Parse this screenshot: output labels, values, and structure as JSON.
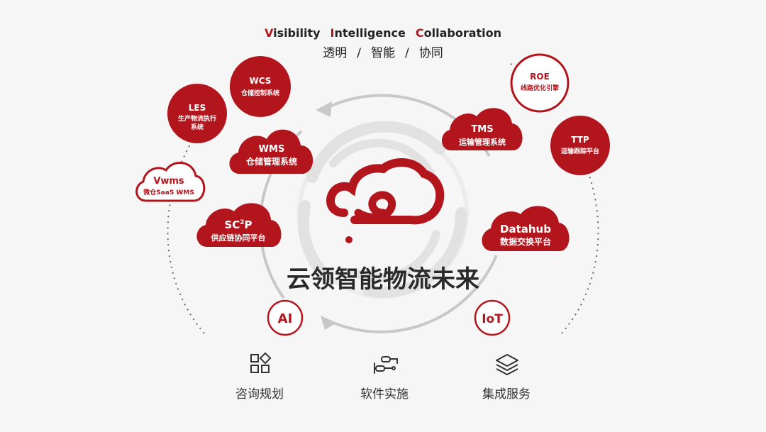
{
  "header": {
    "words": [
      {
        "initial": "V",
        "rest": "isibility"
      },
      {
        "initial": "I",
        "rest": "ntelligence"
      },
      {
        "initial": "C",
        "rest": "ollaboration"
      }
    ],
    "cn_words": [
      "透明",
      "智能",
      "协同"
    ],
    "separator": "/"
  },
  "headline": "云领智能物流未来",
  "nodes": {
    "wcs": {
      "title": "WCS",
      "sub": "仓储控制系统"
    },
    "les": {
      "title": "LES",
      "sub1": "生产物流执行",
      "sub2": "系统"
    },
    "wms": {
      "title": "WMS",
      "sub": "仓储管理系统"
    },
    "vwms": {
      "title": "Vwms",
      "sub": "微仓SaaS WMS"
    },
    "sc2p": {
      "title_main": "SC",
      "title_sup": "2",
      "title_end": "P",
      "sub": "供应链协同平台"
    },
    "tms": {
      "title": "TMS",
      "sub": "运输管理系统"
    },
    "roe": {
      "title": "ROE",
      "sub": "线路优化引擎"
    },
    "ttp": {
      "title": "TTP",
      "sub": "运输跟踪平台"
    },
    "datahub": {
      "title": "Datahub",
      "sub": "数据交换平台"
    }
  },
  "badges": {
    "ai": "AI",
    "iot": "IoT"
  },
  "services": [
    {
      "label": "咨询规划",
      "icon": "grid-icon"
    },
    {
      "label": "软件实施",
      "icon": "flow-icon"
    },
    {
      "label": "集成服务",
      "icon": "layers-icon"
    }
  ],
  "colors": {
    "brand_red": "#b3151c",
    "dark_text": "#222222",
    "ring_gray": "#c8c8c8"
  }
}
